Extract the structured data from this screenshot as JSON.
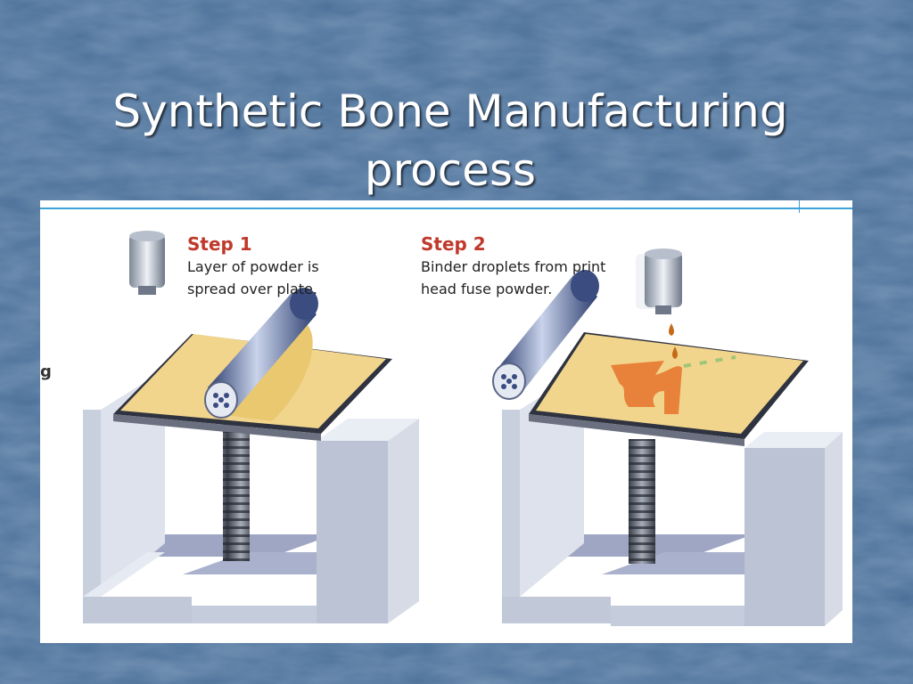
{
  "slide": {
    "title_line1": "Synthetic Bone Manufacturing",
    "title_line2": "process"
  },
  "figure": {
    "cut_text": "g",
    "step1": {
      "title": "Step 1",
      "line1": "Layer of powder is",
      "line2": "spread over plate."
    },
    "step2": {
      "title": "Step 2",
      "line1": "Binder droplets from print",
      "line2": "head fuse powder."
    }
  },
  "colors": {
    "background": "#4a6f98",
    "step_title": "#c0392b",
    "powder": "#f2d58c",
    "binder": "#e8823a",
    "frame": "#d6dbe6",
    "accent_line": "#3aa3d8"
  }
}
